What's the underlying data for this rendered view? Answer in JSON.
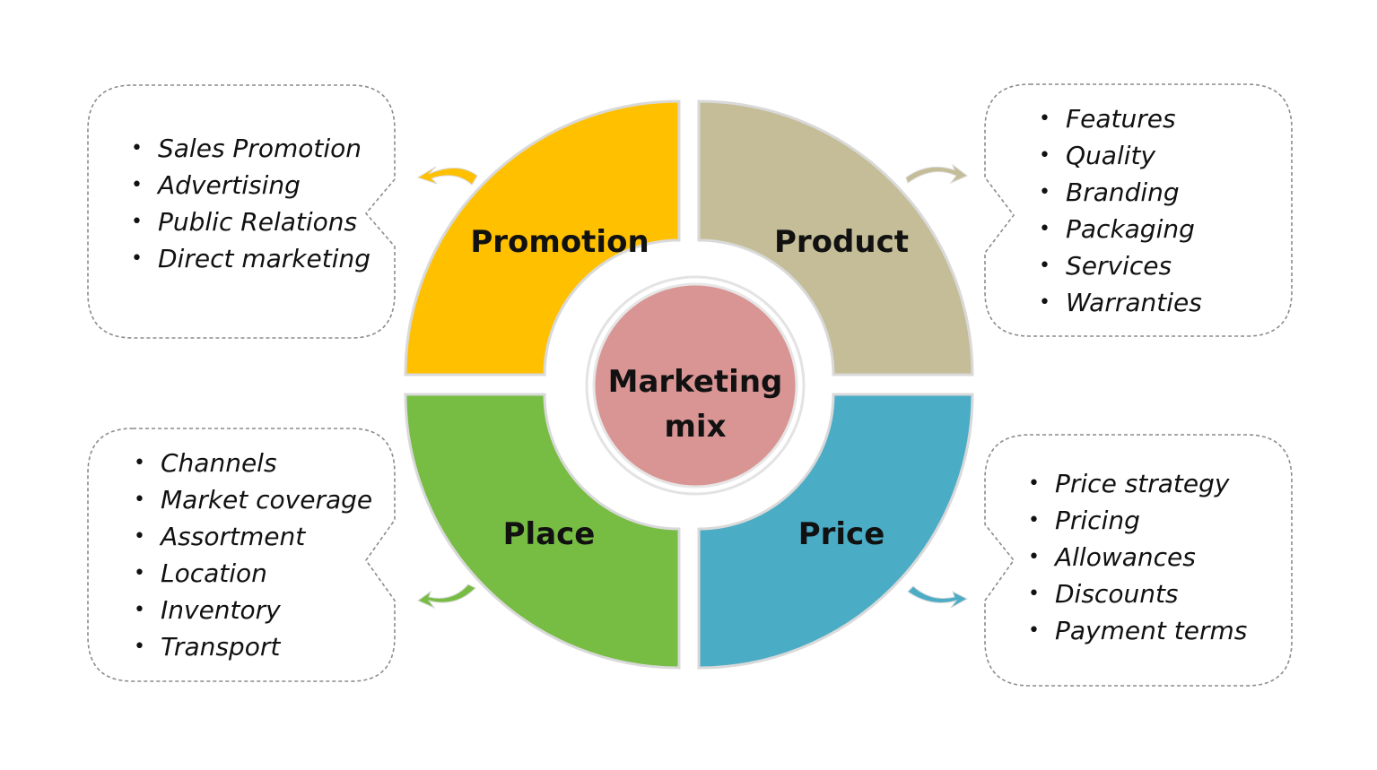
{
  "center": {
    "line1": "Marketing",
    "line2": "mix"
  },
  "quadrants": {
    "promotion": {
      "label": "Promotion",
      "color": "#FFC000",
      "items": [
        "Sales Promotion",
        "Advertising",
        "Public Relations",
        "Direct marketing"
      ]
    },
    "product": {
      "label": "Product",
      "color": "#C4BD97",
      "items": [
        "Features",
        "Quality",
        "Branding",
        "Packaging",
        "Services",
        "Warranties"
      ]
    },
    "place": {
      "label": "Place",
      "color": "#77BC43",
      "items": [
        "Channels",
        "Market coverage",
        "Assortment",
        "Location",
        "Inventory",
        "Transport"
      ]
    },
    "price": {
      "label": "Price",
      "color": "#4BACC6",
      "items": [
        "Price strategy",
        "Pricing",
        "Allowances",
        "Discounts",
        "Payment terms"
      ]
    }
  },
  "center_color": "#D99594",
  "bullet_glyph": "•"
}
